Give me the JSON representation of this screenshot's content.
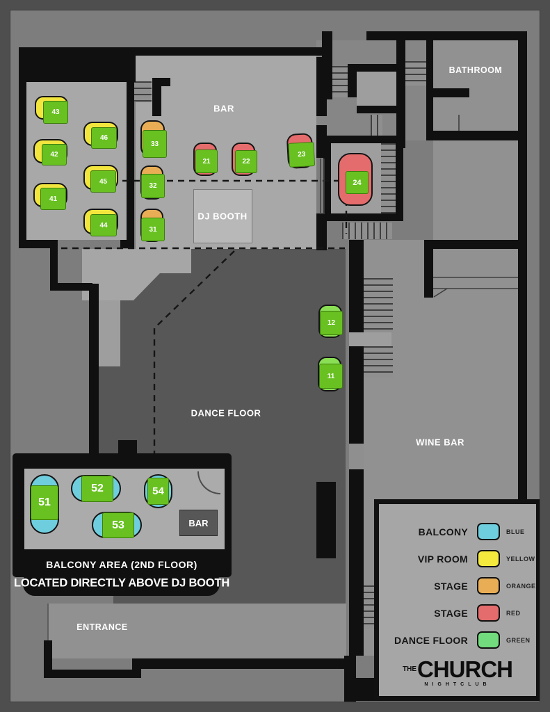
{
  "title": "The Church Nightclub floor plan",
  "labels": {
    "bar": "BAR",
    "bathroom": "BATHROOM",
    "dj_booth": "DJ BOOTH",
    "dance_floor": "DANCE FLOOR",
    "wine_bar": "WINE BAR",
    "entrance": "ENTRANCE"
  },
  "balcony": {
    "title": "BALCONY AREA (2ND FLOOR)",
    "subtitle": "LOCATED DIRECTLY ABOVE DJ BOOTH",
    "bar_label": "BAR"
  },
  "palette": {
    "balcony_blue": "#6fcede",
    "vip_yellow": "#f2e63e",
    "stage_orange": "#e9ae55",
    "stage_red": "#e56c6c",
    "dance_green": "#8adf55",
    "table_green": "#68c120",
    "dance_floor_fill": "#575757",
    "wall": "#101010"
  },
  "tables": [
    {
      "id": "43",
      "zone": "vip",
      "pill": [
        50,
        138,
        48,
        34
      ],
      "sq": [
        62,
        145,
        36,
        33
      ],
      "fs": 10
    },
    {
      "id": "46",
      "zone": "vip",
      "pill": [
        120,
        175,
        50,
        35
      ],
      "sq": [
        131,
        183,
        37,
        31
      ],
      "fs": 10
    },
    {
      "id": "42",
      "zone": "vip",
      "pill": [
        48,
        200,
        49,
        35
      ],
      "sq": [
        60,
        207,
        36,
        31
      ],
      "fs": 10
    },
    {
      "id": "45",
      "zone": "vip",
      "pill": [
        120,
        237,
        50,
        36
      ],
      "sq": [
        130,
        245,
        37,
        32
      ],
      "fs": 10
    },
    {
      "id": "41",
      "zone": "vip",
      "pill": [
        48,
        263,
        49,
        35
      ],
      "sq": [
        58,
        270,
        37,
        32
      ],
      "fs": 10
    },
    {
      "id": "44",
      "zone": "vip",
      "pill": [
        120,
        300,
        50,
        37
      ],
      "sq": [
        130,
        308,
        38,
        32
      ],
      "fs": 10
    },
    {
      "id": "33",
      "zone": "stage_orange",
      "pill": [
        202,
        173,
        35,
        52
      ],
      "sq": [
        205,
        187,
        35,
        40
      ],
      "fs": 10
    },
    {
      "id": "32",
      "zone": "stage_orange",
      "pill": [
        202,
        238,
        33,
        49
      ],
      "sq": [
        203,
        250,
        34,
        35
      ],
      "fs": 10
    },
    {
      "id": "31",
      "zone": "stage_orange",
      "pill": [
        202,
        300,
        33,
        48
      ],
      "sq": [
        203,
        313,
        34,
        34
      ],
      "fs": 10
    },
    {
      "id": "21",
      "zone": "stage_red",
      "pill": [
        278,
        205,
        34,
        48
      ],
      "sq": [
        281,
        215,
        32,
        34
      ],
      "fs": 10
    },
    {
      "id": "22",
      "zone": "stage_red",
      "pill": [
        333,
        205,
        34,
        48
      ],
      "sq": [
        338,
        216,
        32,
        33
      ],
      "fs": 10
    },
    {
      "id": "23",
      "zone": "stage_red",
      "pill": [
        413,
        192,
        37,
        50
      ],
      "sq": [
        415,
        205,
        37,
        35
      ],
      "fs": 10,
      "rot": -3
    },
    {
      "id": "24",
      "zone": "stage_red",
      "pill": [
        486,
        220,
        50,
        76
      ],
      "sq": [
        497,
        246,
        33,
        33
      ],
      "fs": 11
    },
    {
      "id": "12",
      "zone": "dance",
      "pill": [
        458,
        438,
        34,
        48
      ],
      "sq": [
        460,
        447,
        33,
        35
      ],
      "fs": 10
    },
    {
      "id": "11",
      "zone": "dance",
      "pill": [
        457,
        513,
        34,
        50
      ],
      "sq": [
        459,
        523,
        34,
        36
      ],
      "fs": 10
    },
    {
      "id": "51",
      "zone": "balcony",
      "pill": [
        43,
        682,
        42,
        86
      ],
      "sq": [
        44,
        698,
        40,
        50
      ],
      "fs": 16
    },
    {
      "id": "52",
      "zone": "balcony",
      "pill": [
        102,
        683,
        72,
        39
      ],
      "sq": [
        117,
        684,
        46,
        38
      ],
      "fs": 16
    },
    {
      "id": "54",
      "zone": "balcony",
      "pill": [
        207,
        682,
        41,
        49
      ],
      "sq": [
        212,
        687,
        31,
        39
      ],
      "fs": 15
    },
    {
      "id": "53",
      "zone": "balcony",
      "pill": [
        132,
        736,
        72,
        38
      ],
      "sq": [
        147,
        737,
        46,
        37
      ],
      "fs": 16
    }
  ],
  "legend": {
    "rows": [
      {
        "area": "BALCONY",
        "color_name": "BLUE",
        "color": "#6fcede"
      },
      {
        "area": "VIP ROOM",
        "color_name": "YELLOW",
        "color": "#f3ea3d"
      },
      {
        "area": "STAGE",
        "color_name": "ORANGE",
        "color": "#e9ae55"
      },
      {
        "area": "STAGE",
        "color_name": "RED",
        "color": "#e56c6c"
      },
      {
        "area": "DANCE FLOOR",
        "color_name": "GREEN",
        "color": "#72db7e"
      }
    ],
    "logo": {
      "prefix": "THE",
      "name": "CHURCH",
      "tagline": "NIGHTCLUB"
    }
  }
}
